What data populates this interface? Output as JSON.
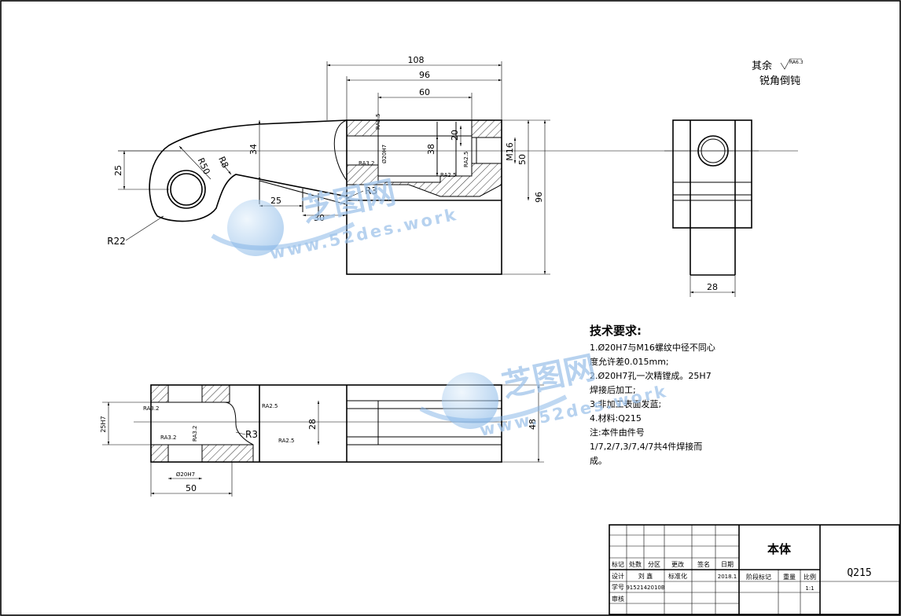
{
  "notes": {
    "roughness_prefix": "其余",
    "roughness_value": "RA6.3",
    "edge_note": "锐角倒钝",
    "tech_title": "技术要求:",
    "tech_lines": [
      "1.Ø20H7与M16螺纹中径不同心",
      "度允许差0.015mm;",
      "2.Ø20H7孔一次精镗成。25H7",
      "焊接后加工;",
      "3.非加工表面发蓝;",
      "4.材料:Q215",
      "注:本件由件号",
      "1/7,2/7,3/7,4/7共4件焊接而",
      "成。"
    ]
  },
  "dims": {
    "d108": "108",
    "d96": "96",
    "d60": "60",
    "d34": "34",
    "d25": "25",
    "r50": "R50",
    "r8": "R8",
    "r22": "R22",
    "r3": "R3",
    "d38": "38",
    "d20": "20",
    "m16": "M16",
    "d50": "50",
    "d96v": "96",
    "d25b": "25",
    "d30": "30",
    "d28": "28",
    "phi20h7": "Ø20H7",
    "ra25": "RA2.5",
    "ra32": "RA3.2",
    "ra32v": "RA3.2",
    "ra25v": "RA2.5",
    "r3b": "R3",
    "d25h7": "25H7",
    "d28b": "28",
    "d48": "48",
    "d50b": "50",
    "phi20h7b": "Ø20H7",
    "ra32b": "RA3.2",
    "ra32c": "RA3.2",
    "ra25b": "RA2.5",
    "ra25c": "RA2.5"
  },
  "title_block": {
    "part_name": "本体",
    "material": "Q215",
    "labels": {
      "mark": "标记",
      "count": "处数",
      "zone": "分区",
      "change": "更改",
      "sign": "签名",
      "date": "日期",
      "design": "设计",
      "standardize": "标准化",
      "student_no": "学号",
      "review": "审核",
      "stage": "阶段标记",
      "weight": "重量",
      "scale": "比例"
    },
    "designer": "刘  鑫",
    "student_id": "9152142010B",
    "design_date": "2018.1",
    "scale_value": "1:1"
  },
  "watermark": {
    "name": "芝图网",
    "url": "www.52des.work"
  }
}
